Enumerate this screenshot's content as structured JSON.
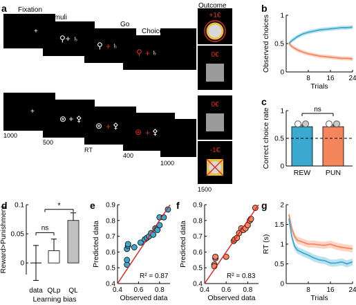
{
  "panel_letters": [
    "a",
    "b",
    "c",
    "d",
    "e",
    "f",
    "g"
  ],
  "panel_a": {
    "stage_labels": [
      "Fixation",
      "Stimuli",
      "Go",
      "Choice",
      "Outcome"
    ],
    "durations": [
      "1000",
      "500",
      "RT",
      "400",
      "1000",
      "1500"
    ],
    "outcomes": [
      "+1€",
      "0€",
      "0€",
      "-1€"
    ]
  },
  "colors": {
    "reward": "#3ba9cf",
    "punishment": "#f5865c",
    "regression_line": "#e41a1c",
    "ql_bar": "#c0c0c0"
  },
  "chart_data": [
    {
      "id": "b",
      "type": "line",
      "xlabel": "Trials",
      "ylabel": "Observed choices",
      "xlim": [
        0,
        24
      ],
      "ylim": [
        0,
        1
      ],
      "xticks": [
        "8",
        "16",
        "24"
      ],
      "yticks": [
        "0",
        "0.5",
        "1"
      ],
      "series": [
        {
          "color": "#3ba9cf",
          "x": [
            1,
            2,
            4,
            6,
            8,
            10,
            12,
            14,
            16,
            18,
            20,
            22,
            24
          ],
          "y": [
            0.5,
            0.55,
            0.62,
            0.67,
            0.7,
            0.72,
            0.74,
            0.75,
            0.76,
            0.77,
            0.78,
            0.78,
            0.79
          ]
        },
        {
          "color": "#f5865c",
          "x": [
            1,
            2,
            4,
            6,
            8,
            10,
            12,
            14,
            16,
            18,
            20,
            22,
            24
          ],
          "y": [
            0.5,
            0.45,
            0.39,
            0.35,
            0.32,
            0.3,
            0.28,
            0.27,
            0.26,
            0.25,
            0.24,
            0.24,
            0.23
          ]
        }
      ]
    },
    {
      "id": "c",
      "type": "bar",
      "ylabel": "Correct choice rate",
      "categories": [
        "REW",
        "PUN"
      ],
      "values": [
        0.71,
        0.71
      ],
      "errors": [
        0.03,
        0.03
      ],
      "ylim": [
        0,
        1
      ],
      "yticks": [
        "0",
        "0.5",
        "1"
      ],
      "chance_level": 0.5,
      "significance": "ns"
    },
    {
      "id": "d",
      "type": "bar",
      "ylabel": "Reward>Punishment",
      "xlabel": "Learning bias",
      "categories": [
        "data",
        "QLp",
        "QL"
      ],
      "values": [
        0.0,
        0.021,
        0.073
      ],
      "errors": [
        0.03,
        0.02,
        0.013
      ],
      "ylim": [
        -0.02,
        0.1
      ],
      "yticks": [
        "0",
        "0.05",
        "0.1"
      ],
      "annotations": [
        "ns",
        "*"
      ]
    },
    {
      "id": "e",
      "type": "scatter",
      "xlabel": "Observed data",
      "ylabel": "Predicted data",
      "xlim": [
        0.4,
        0.9
      ],
      "ylim": [
        0.4,
        0.9
      ],
      "xticks": [
        "0.4",
        "0.6",
        "0.8"
      ],
      "yticks": [
        "0.4",
        "0.5",
        "0.6",
        "0.7",
        "0.8",
        "0.9"
      ],
      "x": [
        0.49,
        0.49,
        0.49,
        0.5,
        0.5,
        0.56,
        0.62,
        0.66,
        0.68,
        0.7,
        0.72,
        0.74,
        0.76,
        0.78,
        0.8,
        0.8,
        0.84,
        0.88
      ],
      "y": [
        0.52,
        0.55,
        0.62,
        0.64,
        0.65,
        0.63,
        0.66,
        0.68,
        0.69,
        0.7,
        0.72,
        0.71,
        0.75,
        0.74,
        0.77,
        0.82,
        0.82,
        0.87
      ],
      "fit": {
        "x": [
          0.4,
          0.9
        ],
        "y": [
          0.395,
          0.905
        ]
      },
      "annotation": "R² = 0.87"
    },
    {
      "id": "f",
      "type": "scatter",
      "xlabel": "Observed data",
      "ylabel": "Predicted data",
      "xlim": [
        0.4,
        0.9
      ],
      "ylim": [
        0.4,
        0.9
      ],
      "xticks": [
        "0.4",
        "0.6",
        "0.8"
      ],
      "yticks": [
        "0.4",
        "0.5",
        "0.6",
        "0.7",
        "0.8",
        "0.9"
      ],
      "x": [
        0.49,
        0.49,
        0.5,
        0.5,
        0.6,
        0.67,
        0.68,
        0.7,
        0.72,
        0.74,
        0.76,
        0.78,
        0.8,
        0.82,
        0.83,
        0.87
      ],
      "y": [
        0.52,
        0.51,
        0.56,
        0.57,
        0.57,
        0.67,
        0.68,
        0.69,
        0.72,
        0.75,
        0.74,
        0.75,
        0.77,
        0.8,
        0.81,
        0.88
      ],
      "fit": {
        "x": [
          0.4,
          0.9
        ],
        "y": [
          0.385,
          0.915
        ]
      },
      "annotation": "R² = 0.83"
    },
    {
      "id": "g",
      "type": "line",
      "xlabel": "Trials",
      "ylabel": "RT (s)",
      "xlim": [
        0,
        24
      ],
      "ylim": [
        0,
        2
      ],
      "xticks": [
        "8",
        "16",
        "24"
      ],
      "yticks": [
        "0",
        "0.5",
        "1",
        "1.5",
        "2"
      ],
      "series": [
        {
          "color": "#f5865c",
          "x": [
            1,
            2,
            3,
            4,
            6,
            8,
            10,
            12,
            14,
            16,
            18,
            20,
            22,
            24
          ],
          "y": [
            1.75,
            1.4,
            1.2,
            1.1,
            1.05,
            1.0,
            1.0,
            0.98,
            0.97,
            1.0,
            0.95,
            0.92,
            0.9,
            0.88
          ]
        },
        {
          "color": "#3ba9cf",
          "x": [
            1,
            2,
            3,
            4,
            6,
            8,
            10,
            12,
            14,
            16,
            18,
            20,
            22,
            24
          ],
          "y": [
            1.65,
            1.2,
            0.95,
            0.85,
            0.78,
            0.72,
            0.65,
            0.6,
            0.58,
            0.52,
            0.52,
            0.55,
            0.5,
            0.55
          ]
        }
      ]
    }
  ]
}
